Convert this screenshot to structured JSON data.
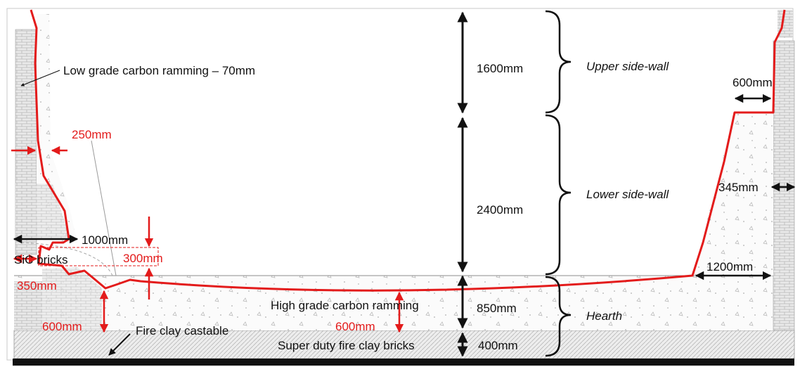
{
  "colors": {
    "lining": "#e31b1b",
    "annotation": "#111111",
    "brick_fill": "#e6e6e6",
    "ramming_fill": "#f7f7f7",
    "base_bar": "#111111"
  },
  "labels": {
    "low_grade_ramming": "Low grade carbon ramming – 70mm",
    "sic_bricks": "SiC bricks",
    "high_grade_ramming": "High grade carbon ramming",
    "fire_clay_castable": "Fire clay castable",
    "super_duty_bricks": "Super duty fire clay bricks"
  },
  "zones": {
    "upper_side_wall": "Upper side-wall",
    "lower_side_wall": "Lower side-wall",
    "hearth": "Hearth"
  },
  "dimensions": {
    "upper_height": "1600mm",
    "lower_height": "2400mm",
    "hearth_height": "850mm",
    "base_height": "400mm",
    "right_top_width": "600mm",
    "right_wall_width": "345mm",
    "right_bottom_width": "1200mm",
    "left_lining_width": "250mm",
    "left_ledge_width": "1000mm",
    "left_step_height": "300mm",
    "left_corner_width": "350mm",
    "left_hearth_depth": "600mm",
    "centre_hearth_depth": "600mm"
  }
}
